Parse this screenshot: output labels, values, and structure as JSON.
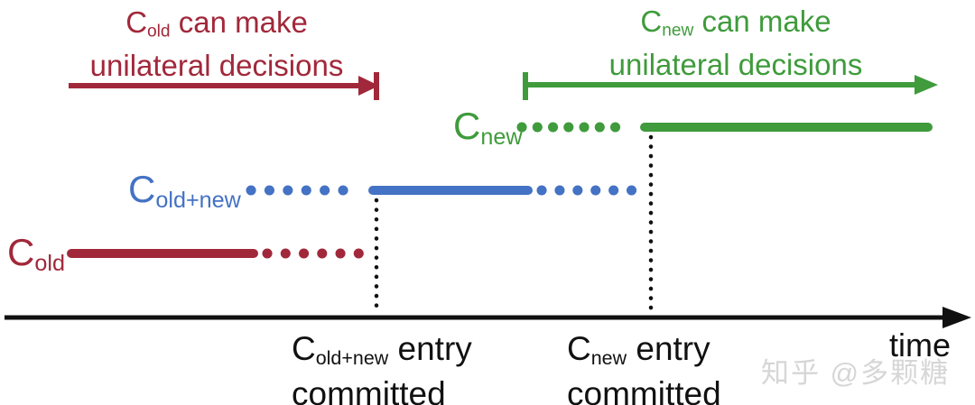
{
  "colors": {
    "old_red": "#A1283A",
    "new_green": "#3F9B3C",
    "joint_blue": "#4472C4",
    "axis_black": "#111111",
    "watermark_gray": "#D6D6D6"
  },
  "annotations": {
    "old": {
      "symbol": "C",
      "subscript": "old",
      "line1_rest": " can make",
      "line2": "unilateral decisions"
    },
    "new": {
      "symbol": "C",
      "subscript": "new",
      "line1_rest": " can make",
      "line2": "unilateral decisions"
    }
  },
  "timeline_rows": {
    "c_new": {
      "symbol": "C",
      "subscript": "new"
    },
    "c_old_new": {
      "symbol": "C",
      "subscript": "old+new"
    },
    "c_old": {
      "symbol": "C",
      "subscript": "old"
    }
  },
  "captions": {
    "old_new_committed": {
      "symbol": "C",
      "subscript": "old+new",
      "rest": " entry",
      "line2": "committed"
    },
    "new_committed": {
      "symbol": "C",
      "subscript": "new",
      "rest": " entry",
      "line2": "committed"
    }
  },
  "axis": {
    "label": "time"
  },
  "watermark": {
    "text": "知乎 @多颗糖"
  }
}
